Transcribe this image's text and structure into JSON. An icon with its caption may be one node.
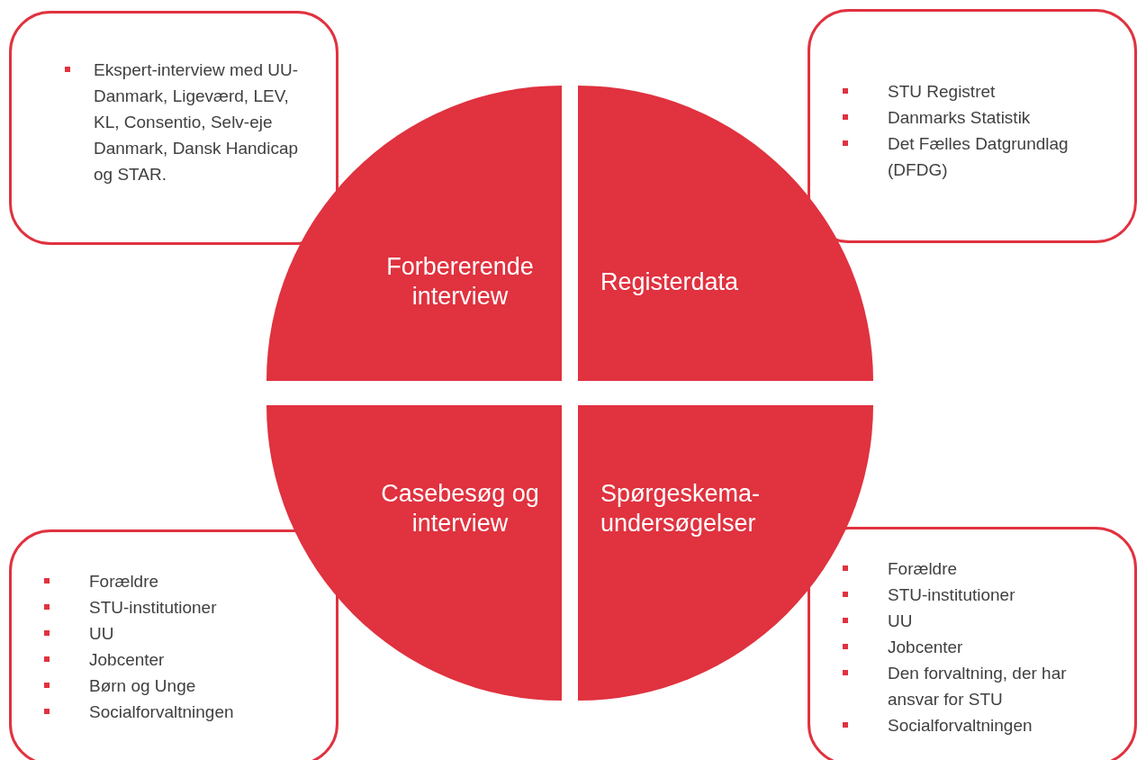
{
  "diagram": {
    "nodes": [
      {
        "text": [
          "Ekspert-interview med UU-Danmark, Ligeværd, LEV, KL, Consentio, Selv-eje Danmark, Dansk Handicap og STAR."
        ]
      },
      {
        "text": [
          "STU Registret",
          "Danmarks Statistik",
          "Det Fælles Datgrundlag (DFDG)"
        ]
      },
      {
        "text": [
          "Forbererende interview"
        ]
      },
      {
        "text": [
          "Registerdata"
        ]
      },
      {
        "text": [
          "Casebesøg og interview"
        ]
      },
      {
        "text": [
          "Spørgeskema-undersøgelser"
        ]
      },
      {
        "text": [
          "Forældre",
          "STU-institutioner",
          "UU",
          "Jobcenter",
          "Børn og Unge",
          "Socialforvaltningen"
        ]
      },
      {
        "text": [
          "Forældre",
          "STU-institutioner",
          "UU",
          "Jobcenter",
          "Den forvaltning, der har ansvar for STU",
          "Socialforvaltningen"
        ]
      }
    ]
  }
}
